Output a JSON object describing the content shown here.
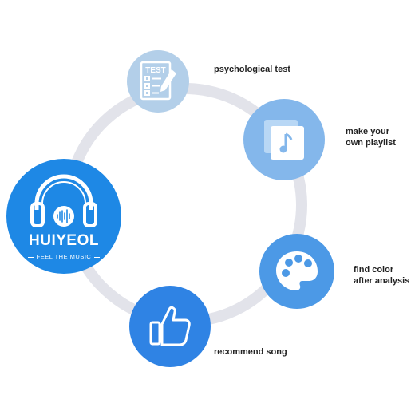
{
  "brand": {
    "name": "HUIYEOL",
    "tagline": "FEEL THE MUSIC",
    "color": "#1e88e5"
  },
  "ring_color": "#e2e3ea",
  "steps": [
    {
      "label": "psychological test",
      "icon": "test-checklist-icon",
      "color": "#b3cfe9",
      "icon_text": "TEST"
    },
    {
      "label": "make your\nown playlist",
      "icon": "music-playlist-icon",
      "color": "#84b7eb"
    },
    {
      "label": "find color\nafter analysis",
      "icon": "color-palette-icon",
      "color": "#4c99e6"
    },
    {
      "label": "recommend song",
      "icon": "thumbs-up-icon",
      "color": "#2f83e4"
    }
  ]
}
